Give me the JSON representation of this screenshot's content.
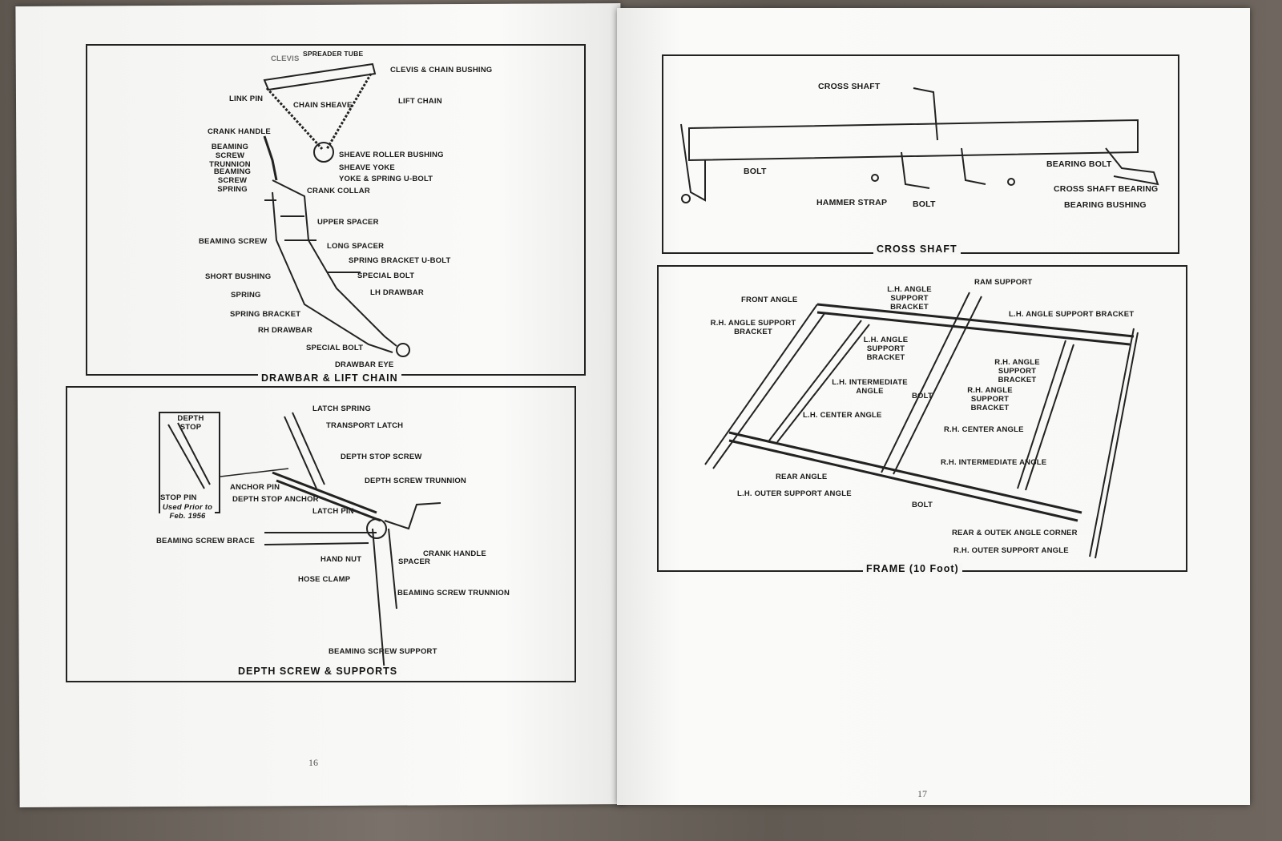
{
  "left_page": {
    "page_number": "16",
    "drawbar": {
      "caption": "DRAWBAR & LIFT CHAIN",
      "labels": [
        "CLEVIS",
        "SPREADER TUBE",
        "CLEVIS & CHAIN BUSHING",
        "LINK PIN",
        "CHAIN SHEAVE",
        "LIFT CHAIN",
        "CRANK HANDLE",
        "BEAMING SCREW TRUNNION",
        "SHEAVE ROLLER BUSHING",
        "SHEAVE YOKE",
        "YOKE & SPRING U-BOLT",
        "BEAMING SCREW SPRING",
        "CRANK COLLAR",
        "UPPER SPACER",
        "BEAMING SCREW",
        "LONG SPACER",
        "SPRING BRACKET U-BOLT",
        "SPECIAL BOLT",
        "SHORT BUSHING",
        "LH DRAWBAR",
        "SPRING",
        "SPRING BRACKET",
        "RH DRAWBAR",
        "SPECIAL BOLT",
        "DRAWBAR EYE"
      ]
    },
    "depth_screw": {
      "caption": "DEPTH SCREW & SUPPORTS",
      "labels": [
        "DEPTH STOP",
        "LATCH SPRING",
        "TRANSPORT LATCH",
        "DEPTH STOP SCREW",
        "DEPTH SCREW TRUNNION",
        "ANCHOR PIN",
        "STOP PIN",
        "DEPTH STOP ANCHOR",
        "LATCH PIN",
        "CRANK HANDLE",
        "BEAMING SCREW BRACE",
        "HAND NUT",
        "SPACER",
        "HOSE CLAMP",
        "BEAMING SCREW TRUNNION",
        "BEAMING SCREW SUPPORT"
      ],
      "inset_note": "Used Prior to Feb. 1956"
    }
  },
  "right_page": {
    "page_number": "17",
    "cross_shaft": {
      "caption": "CROSS SHAFT",
      "labels": [
        "CROSS SHAFT",
        "BOLT",
        "BEARING BOLT",
        "CROSS SHAFT BEARING",
        "HAMMER STRAP",
        "BOLT",
        "BEARING BUSHING"
      ]
    },
    "frame": {
      "caption": "FRAME (10 Foot)",
      "labels": [
        "RAM SUPPORT",
        "L.H. ANGLE SUPPORT BRACKET",
        "FRONT ANGLE",
        "L.H. ANGLE SUPPORT BRACKET",
        "R.H. ANGLE SUPPORT BRACKET",
        "L.H. ANGLE SUPPORT BRACKET",
        "R.H. ANGLE SUPPORT BRACKET",
        "L.H. INTERMEDIATE ANGLE",
        "BOLT",
        "R.H. ANGLE SUPPORT BRACKET",
        "L.H. CENTER ANGLE",
        "R.H. CENTER ANGLE",
        "R.H. INTERMEDIATE ANGLE",
        "REAR ANGLE",
        "L.H. OUTER SUPPORT ANGLE",
        "BOLT",
        "REAR & OUTEK ANGLE CORNER",
        "R.H. OUTER SUPPORT ANGLE"
      ]
    }
  }
}
